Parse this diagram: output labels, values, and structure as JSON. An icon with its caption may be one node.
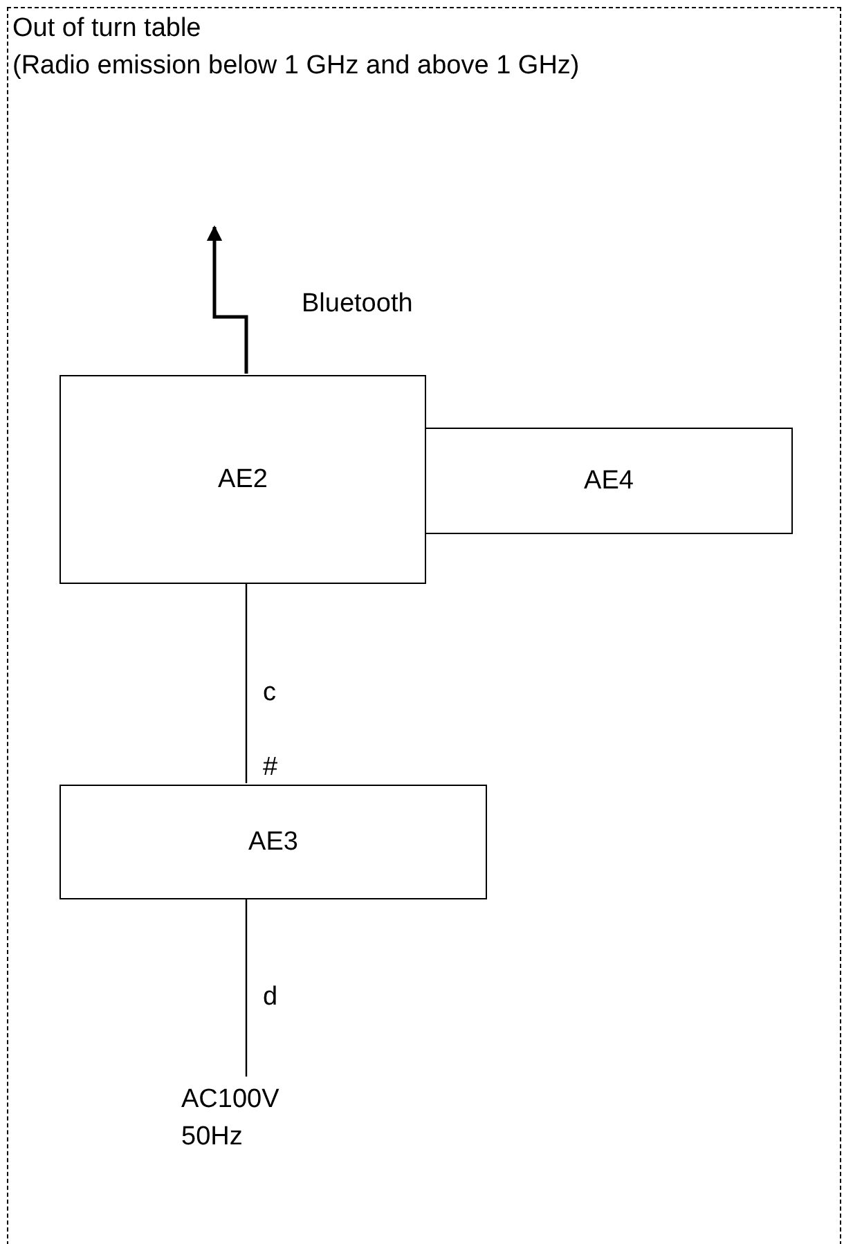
{
  "diagram": {
    "nodes": [
      {
        "text": [
          "Out of turn table",
          "(Radio emission below 1 GHz and above 1 GHz)"
        ]
      },
      {
        "text": [
          "AE2"
        ],
        "in": 0
      },
      {
        "text": [
          "AE4"
        ],
        "in": 0
      },
      {
        "text": [
          "AE3"
        ],
        "in": 0
      },
      {
        "text": [
          "AC100V 50Hz"
        ],
        "in": 0
      }
    ],
    "edges": [
      {
        "from": 1,
        "to": null,
        "arrow": "to",
        "label": "Bluetooth"
      },
      {
        "from": 1,
        "to": 3,
        "arrow": "none",
        "label": "c"
      },
      {
        "from": 3,
        "to": 4,
        "arrow": "none",
        "label": "d"
      }
    ],
    "labels": [
      "#"
    ]
  }
}
